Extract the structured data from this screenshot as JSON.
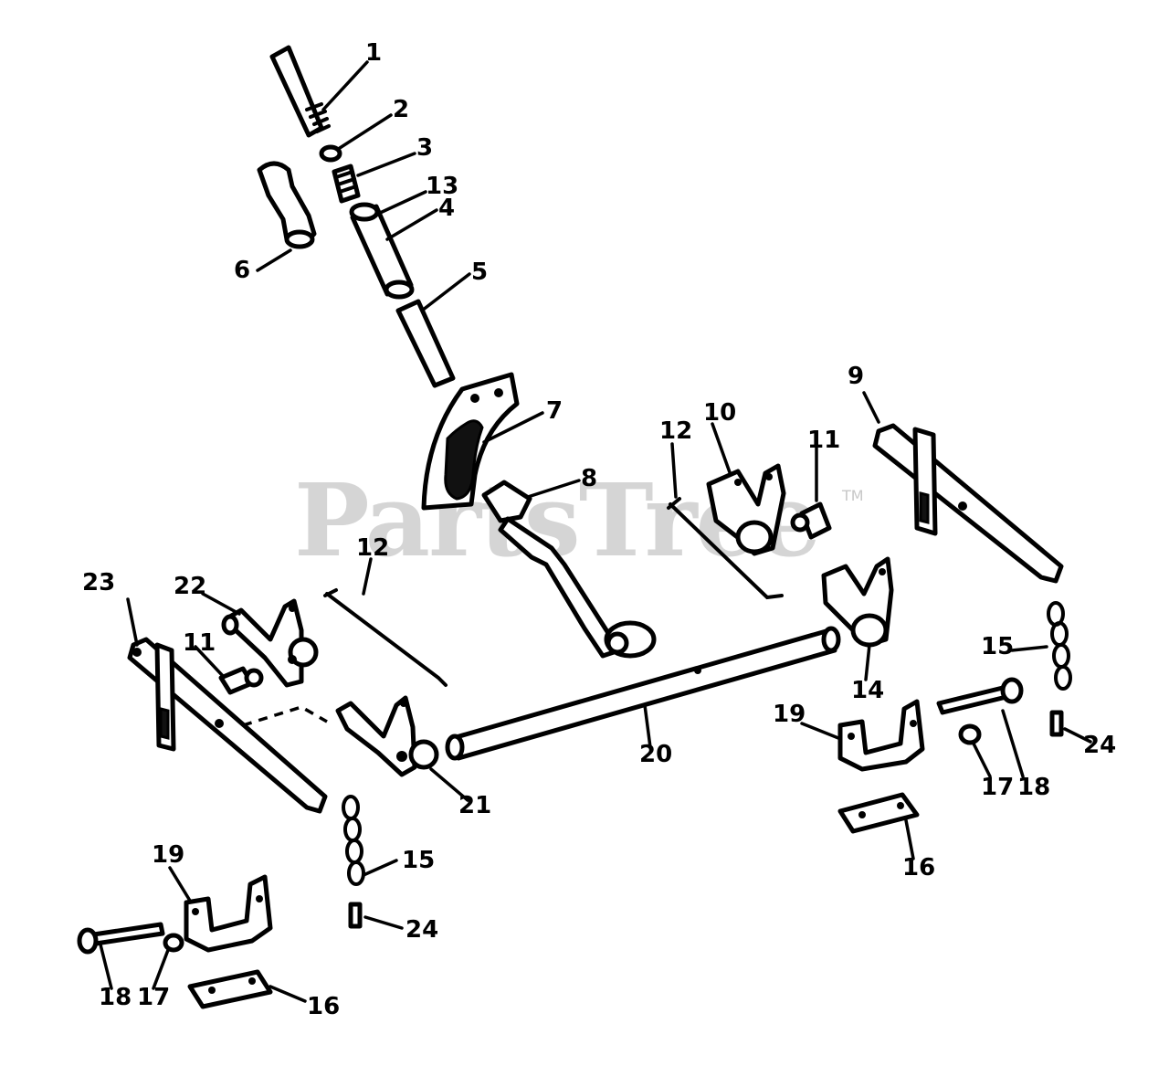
{
  "watermark": {
    "text": "PartsTree",
    "mark": "TM"
  },
  "callouts": {
    "c1": "1",
    "c2": "2",
    "c3": "3",
    "c4": "4",
    "c5": "5",
    "c6": "6",
    "c7": "7",
    "c8": "8",
    "c9": "9",
    "c10": "10",
    "c11a": "11",
    "c11b": "11",
    "c12a": "12",
    "c12b": "12",
    "c13": "13",
    "c14": "14",
    "c15a": "15",
    "c15b": "15",
    "c16a": "16",
    "c16b": "16",
    "c17a": "17",
    "c17b": "17",
    "c18a": "18",
    "c18b": "18",
    "c19a": "19",
    "c19b": "19",
    "c20": "20",
    "c21": "21",
    "c22": "22",
    "c23": "23",
    "c24a": "24",
    "c24b": "24"
  }
}
